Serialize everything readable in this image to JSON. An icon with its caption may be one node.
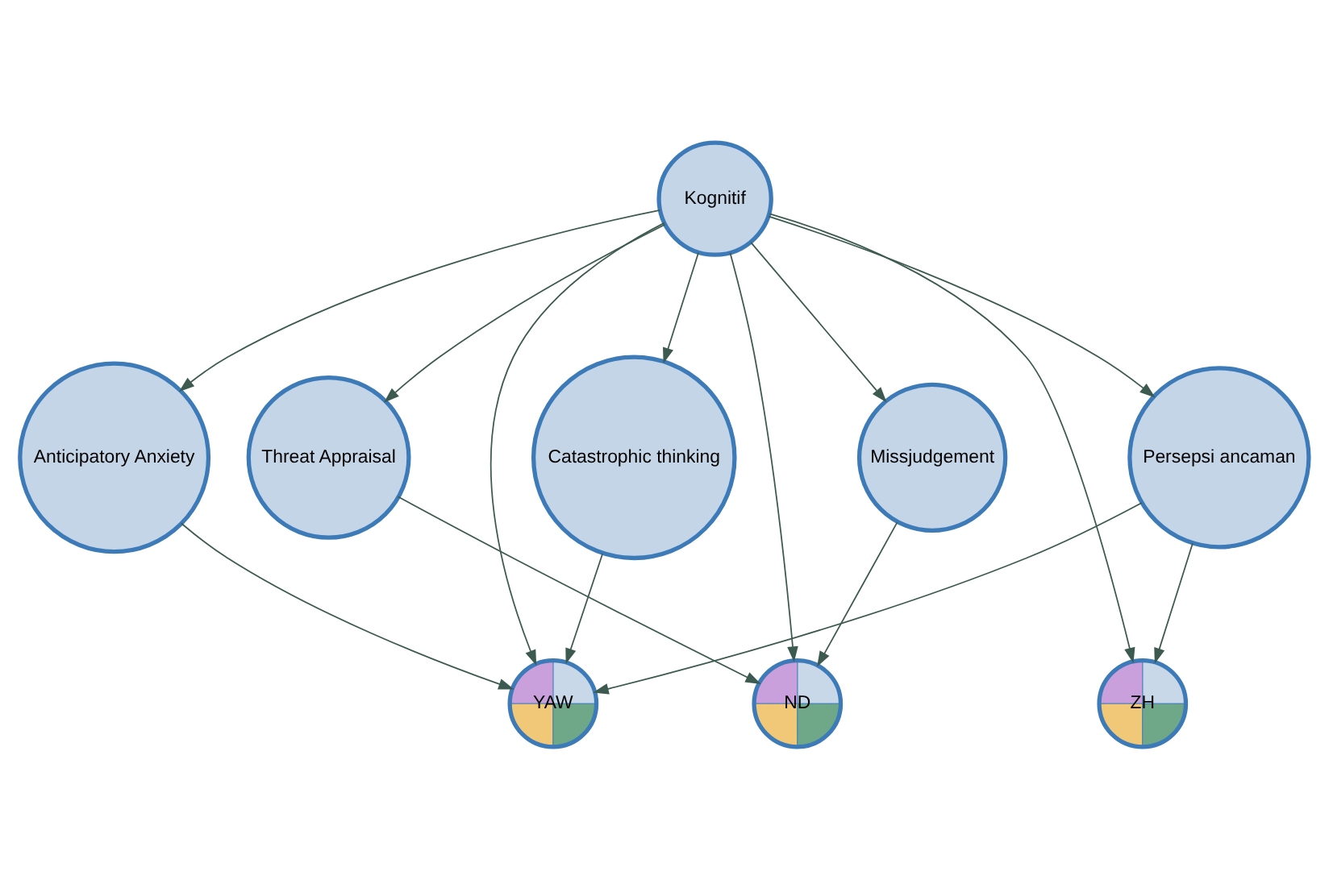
{
  "diagram": {
    "nodes": [
      {
        "text": [
          "Kognitif"
        ]
      },
      {
        "text": [
          "Anticipatory Anxiety"
        ]
      },
      {
        "text": [
          "Threat Appraisal"
        ]
      },
      {
        "text": [
          "Catastrophic thinking"
        ]
      },
      {
        "text": [
          "Missjudgement"
        ]
      },
      {
        "text": [
          "Persepsi ancaman"
        ]
      },
      {
        "text": [
          "YAW"
        ]
      },
      {
        "text": [
          "ND"
        ]
      },
      {
        "text": [
          "ZH"
        ]
      }
    ],
    "edges": [
      {
        "from": 0,
        "to": 1,
        "arrow": "to"
      },
      {
        "from": 0,
        "to": 2,
        "arrow": "to"
      },
      {
        "from": 0,
        "to": 6,
        "arrow": "to"
      },
      {
        "from": 0,
        "to": 3,
        "arrow": "to"
      },
      {
        "from": 0,
        "to": 7,
        "arrow": "to"
      },
      {
        "from": 0,
        "to": 4,
        "arrow": "to"
      },
      {
        "from": 0,
        "to": 8,
        "arrow": "to"
      },
      {
        "from": 0,
        "to": 5,
        "arrow": "to"
      },
      {
        "from": 1,
        "to": 6,
        "arrow": "to"
      },
      {
        "from": 2,
        "to": 7,
        "arrow": "to"
      },
      {
        "from": 3,
        "to": 6,
        "arrow": "to"
      },
      {
        "from": 4,
        "to": 7,
        "arrow": "to"
      },
      {
        "from": 5,
        "to": 6,
        "arrow": "to"
      },
      {
        "from": 5,
        "to": 8,
        "arrow": "to"
      }
    ]
  }
}
